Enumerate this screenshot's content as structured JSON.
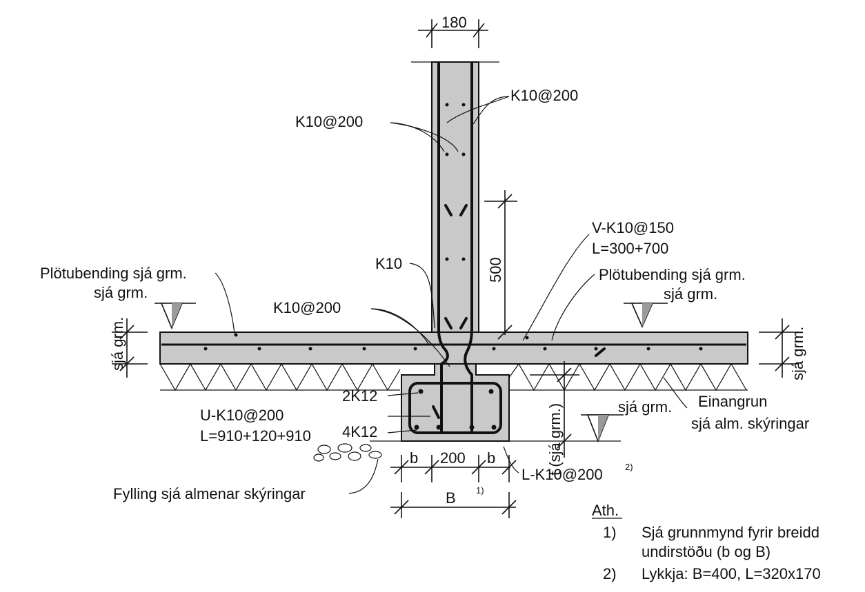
{
  "dimensions": {
    "wall_width": "180",
    "height_500": "500",
    "footing_b_left": "b",
    "footing_200": "200",
    "footing_b_right": "b",
    "footing_B": "B",
    "footing_B_sup": "1)",
    "slab_left": "sjá grm.",
    "slab_right": "sjá grm.",
    "footing_t": "t (sjá grm.)"
  },
  "labels": {
    "k10_200_wall_right": "K10@200",
    "k10_200_wall_left": "K10@200",
    "v_k10_150": "V-K10@150",
    "v_k10_150_length": "L=300+700",
    "k10": "K10",
    "plotubending_left_1": "Plötubending sjá grm.",
    "plotubending_left_2": "sjá grm.",
    "plotubending_right_1": "Plötubending sjá grm.",
    "plotubending_right_2": "sjá grm.",
    "k10_200_junction": "K10@200",
    "bars_2k12": "2K12",
    "u_k10_200": "U-K10@200",
    "u_k10_200_length": "L=910+120+910",
    "bars_4k12": "4K12",
    "footing_level": "sjá grm.",
    "einangrun_1": "Einangrun",
    "einangrun_2": "sjá alm. skýringar",
    "l_k10_200": "L-K10@200",
    "l_k10_200_sup": "2)",
    "fylling": "Fylling sjá almenar skýringar"
  },
  "notes": {
    "heading": "Ath.",
    "items": [
      {
        "num": "1)",
        "lines": [
          "Sjá grunnmynd fyrir breidd",
          "undirstöðu (b og B)"
        ]
      },
      {
        "num": "2)",
        "lines": [
          "Lykkja: B=400, L=320x170"
        ]
      }
    ]
  }
}
